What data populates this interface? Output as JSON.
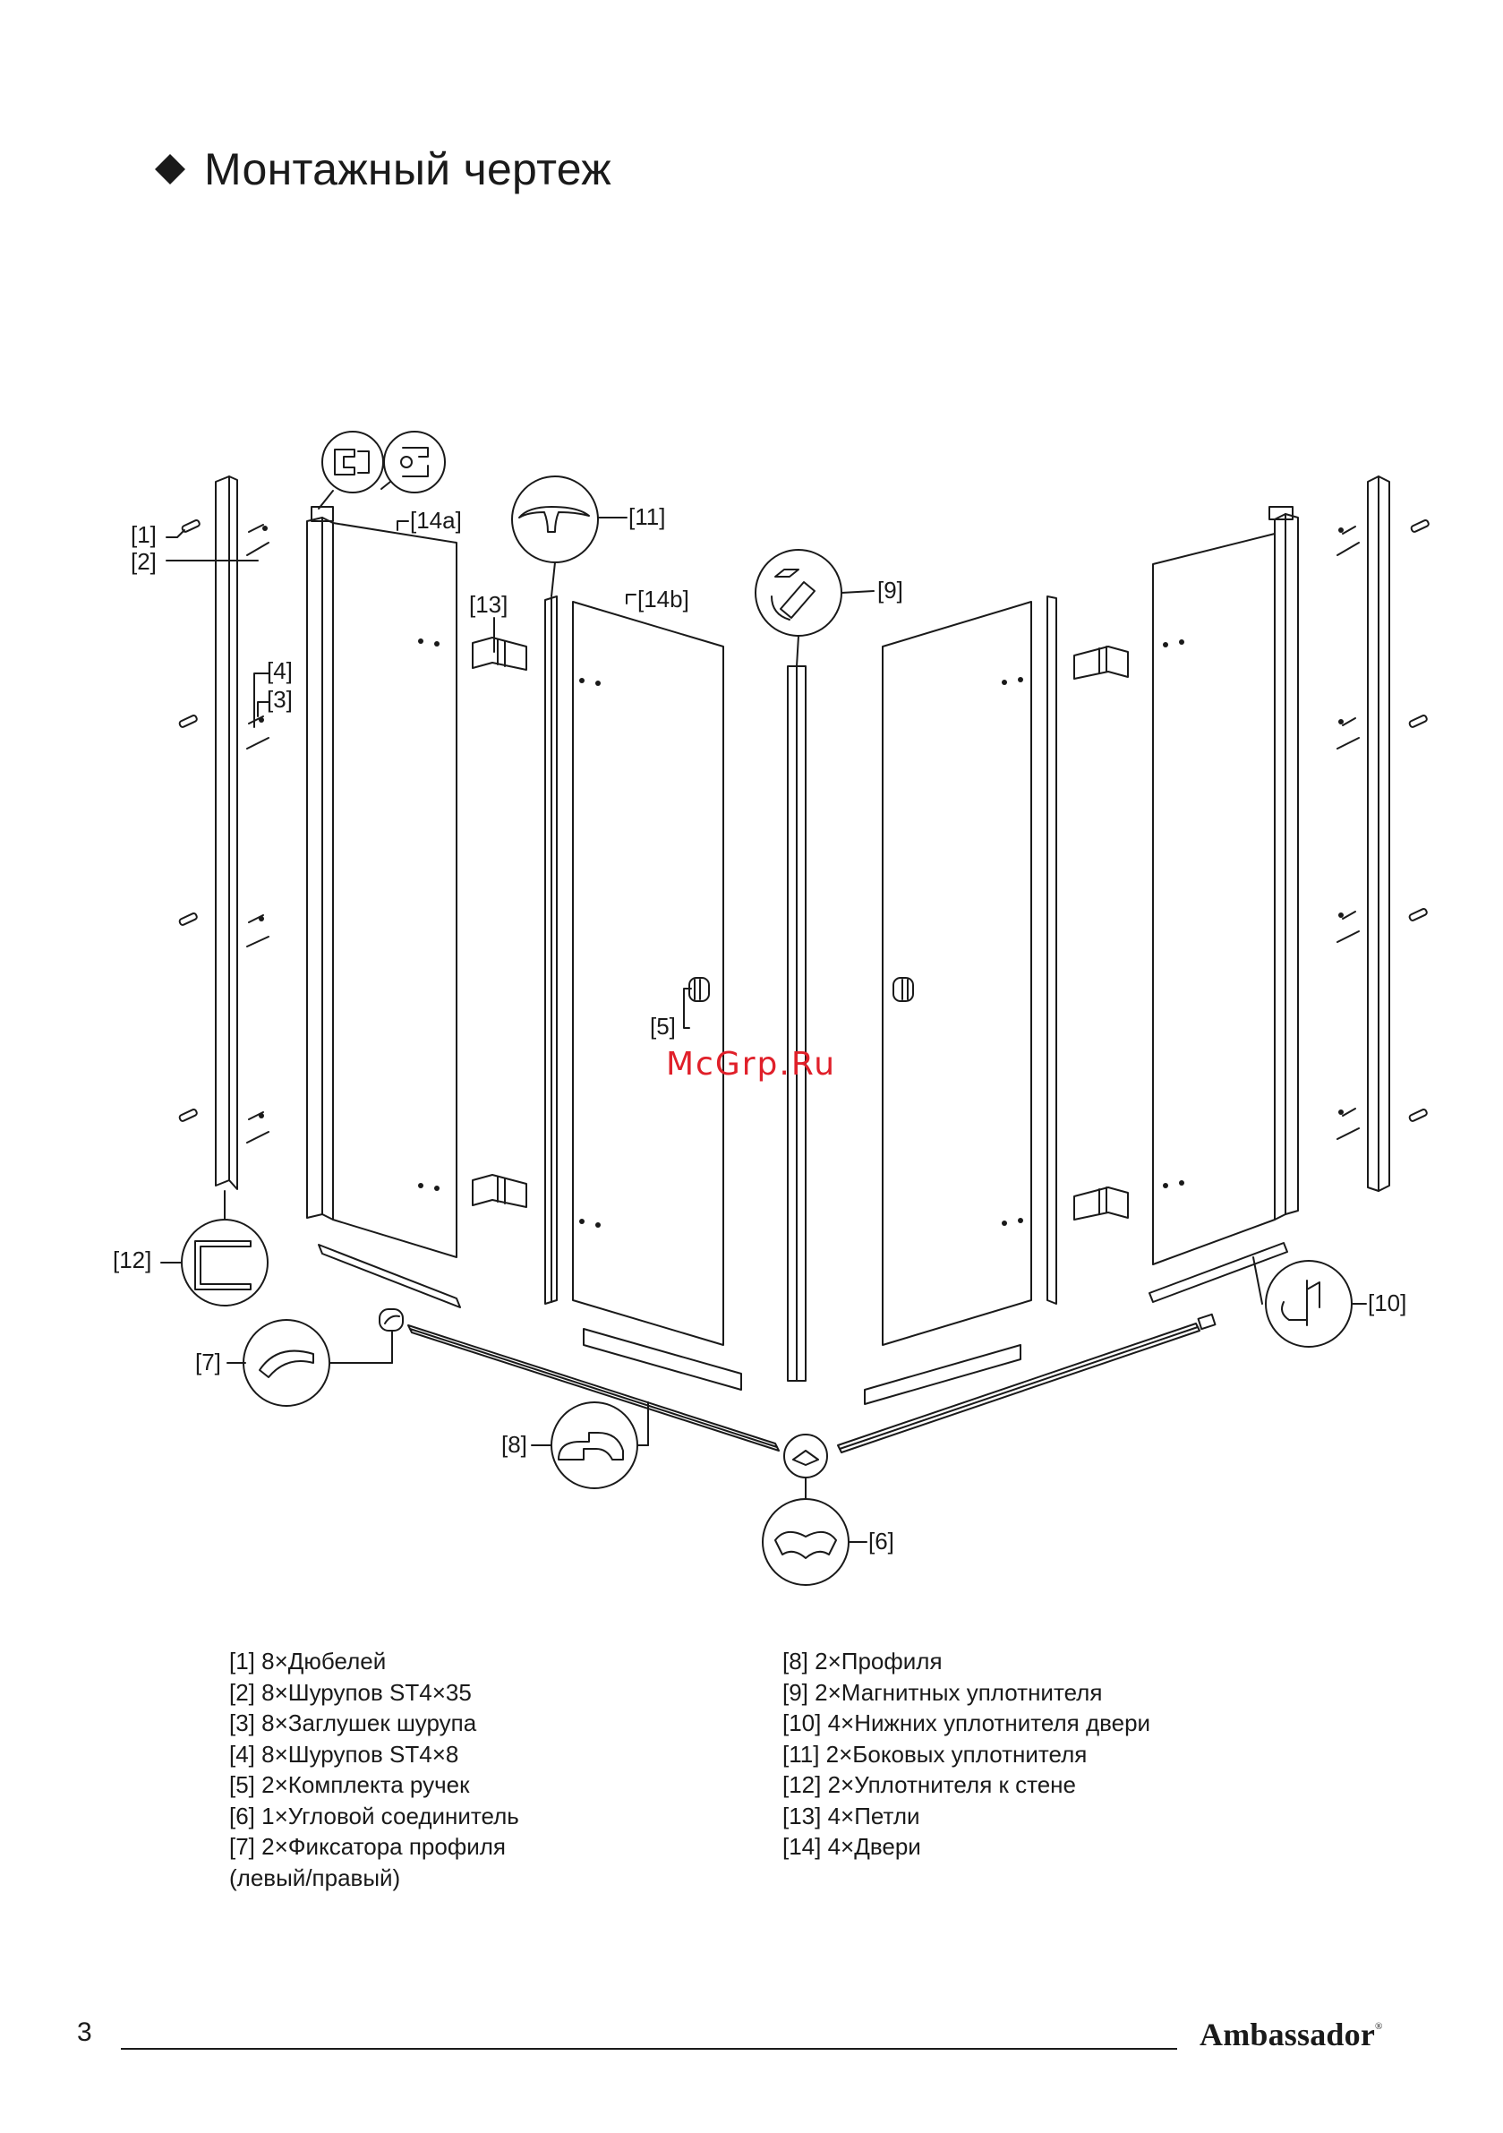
{
  "heading": "Монтажный чертеж",
  "callouts": {
    "c1": "[1]",
    "c2": "[2]",
    "c3": "[3]",
    "c4": "[4]",
    "c5": "[5]",
    "c6": "[6]",
    "c7": "[7]",
    "c8": "[8]",
    "c9": "[9]",
    "c10": "[10]",
    "c11": "[11]",
    "c12": "[12]",
    "c13": "[13]",
    "c14a": "[14a]",
    "c14b": "[14b]"
  },
  "watermark": "McGrp.Ru",
  "parts_left": [
    "[1] 8×Дюбелей",
    "[2] 8×Шурупов ST4×35",
    "[3] 8×Заглушек шурупа",
    "[4] 8×Шурупов ST4×8",
    "[5] 2×Комплекта ручек",
    "[6] 1×Угловой соединитель",
    "[7] 2×Фиксатора профиля",
    "(левый/правый)"
  ],
  "parts_right": [
    "[8] 2×Профиля",
    "[9] 2×Магнитных уплотнителя",
    "[10] 4×Нижних уплотнителя двери",
    "[11] 2×Боковых уплотнителя",
    "[12] 2×Уплотнителя к стене",
    "[13] 4×Петли",
    "[14] 4×Двери"
  ],
  "footer": {
    "page_number": "3",
    "brand": "Ambassador",
    "brand_mark": "®"
  },
  "colors": {
    "ink": "#1a1a1a",
    "watermark": "#e0202a"
  }
}
